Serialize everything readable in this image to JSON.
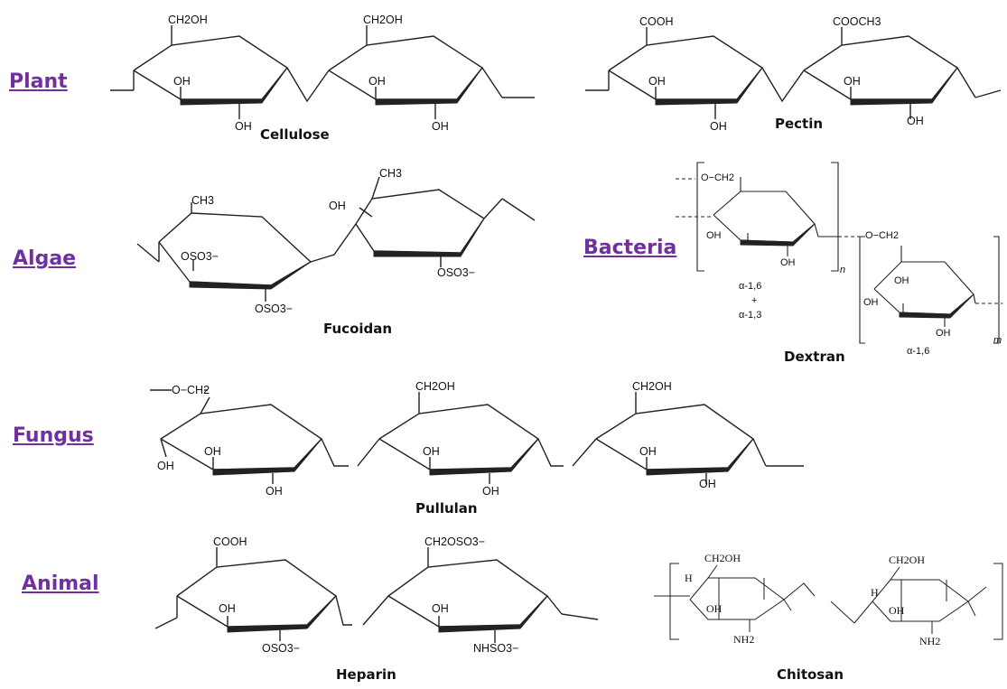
{
  "categories": {
    "plant": "Plant",
    "algae": "Algae",
    "bacteria": "Bacteria",
    "fungus": "Fungus",
    "animal": "Animal"
  },
  "molecules": {
    "cellulose": {
      "name": "Cellulose",
      "ring1": {
        "top": "CH2OH",
        "oh_a": "OH",
        "oh_b": "OH"
      },
      "ring2": {
        "top": "CH2OH",
        "oh_a": "OH",
        "oh_b": "OH"
      }
    },
    "pectin": {
      "name": "Pectin",
      "ring1": {
        "top": "COOH",
        "oh_a": "OH",
        "oh_b": "OH"
      },
      "ring2": {
        "top": "COOCH3",
        "oh_a": "OH",
        "oh_b": "OH"
      }
    },
    "fucoidan": {
      "name": "Fucoidan",
      "ring1": {
        "top": "CH3",
        "sub_a": "OSO3−",
        "sub_b": "OSO3−"
      },
      "ring2": {
        "top": "CH3",
        "oh": "OH",
        "sub": "OSO3−"
      }
    },
    "dextran": {
      "name": "Dextran",
      "ring1": {
        "top": "O−CH2",
        "oh_a": "OH",
        "oh_b": "OH",
        "sub_n": "n"
      },
      "ring2": {
        "top": "O−CH2",
        "oh_a": "OH",
        "oh_b": "OH",
        "oh_c": "OH",
        "sub_m": "m"
      },
      "linkage1": {
        "line1": "α-1,6",
        "line2": "+",
        "line3": "α-1,3"
      },
      "linkage2": "α-1,6"
    },
    "pullulan": {
      "name": "Pullulan",
      "ring1": {
        "top": "O−CH2",
        "oh_a": "OH",
        "oh_b": "OH",
        "oh_c": "OH"
      },
      "ring2": {
        "top": "CH2OH",
        "oh_a": "OH",
        "oh_b": "OH"
      },
      "ring3": {
        "top": "CH2OH",
        "oh_a": "OH",
        "oh_b": "OH"
      }
    },
    "heparin": {
      "name": "Heparin",
      "ring1": {
        "top": "COOH",
        "oh": "OH",
        "sub": "OSO3−"
      },
      "ring2": {
        "top": "CH2OSO3−",
        "oh": "OH",
        "sub": "NHSO3−"
      }
    },
    "chitosan": {
      "name": "Chitosan",
      "ring1": {
        "top": "CH2OH",
        "oh": "OH",
        "nh2": "NH2",
        "h": "H"
      },
      "ring2": {
        "top": "CH2OH",
        "oh": "OH",
        "nh2": "NH2",
        "h": "H"
      }
    }
  }
}
